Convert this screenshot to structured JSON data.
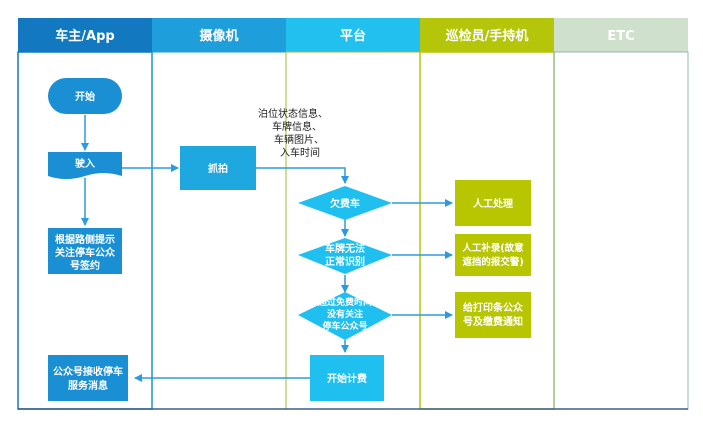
{
  "colors": {
    "lane_blue": "#1279c0",
    "lane_cyan": "#21b4e6",
    "lane_lime": "#b5c60a",
    "lane_grey": "#cfe0cc",
    "box_blue": "#1d8fd6",
    "box_cyan": "#1fbdee",
    "box_lime": "#b7c600",
    "arrow": "#2a9be0"
  },
  "lanes": [
    {
      "title": "车主/App"
    },
    {
      "title": "摄像机"
    },
    {
      "title": "平台"
    },
    {
      "title": "巡检员/手持机"
    },
    {
      "title": "ETC"
    }
  ],
  "nodes": {
    "start": "开始",
    "enter": "驶入",
    "tip": [
      "根据路侧提示",
      "关注停车公众",
      "号签约"
    ],
    "capture": "抓拍",
    "arrears": "欠费车",
    "plate": [
      "车牌无法",
      "正常识别"
    ],
    "free_time": [
      "超过免费时间",
      "没有关注",
      "停车公众号"
    ],
    "start_billing": "开始计费",
    "notify": [
      "公众号接收停车",
      "服务消息"
    ],
    "manual": "人工处理",
    "manual_record": [
      "人工补录(故意",
      "遮挡的报交警)"
    ],
    "print_notice": [
      "给打印条公众",
      "号及缴费通知"
    ]
  },
  "annotation": [
    "泊位状态信息、",
    "车牌信息、",
    "车辆图片、",
    "入车时间"
  ]
}
